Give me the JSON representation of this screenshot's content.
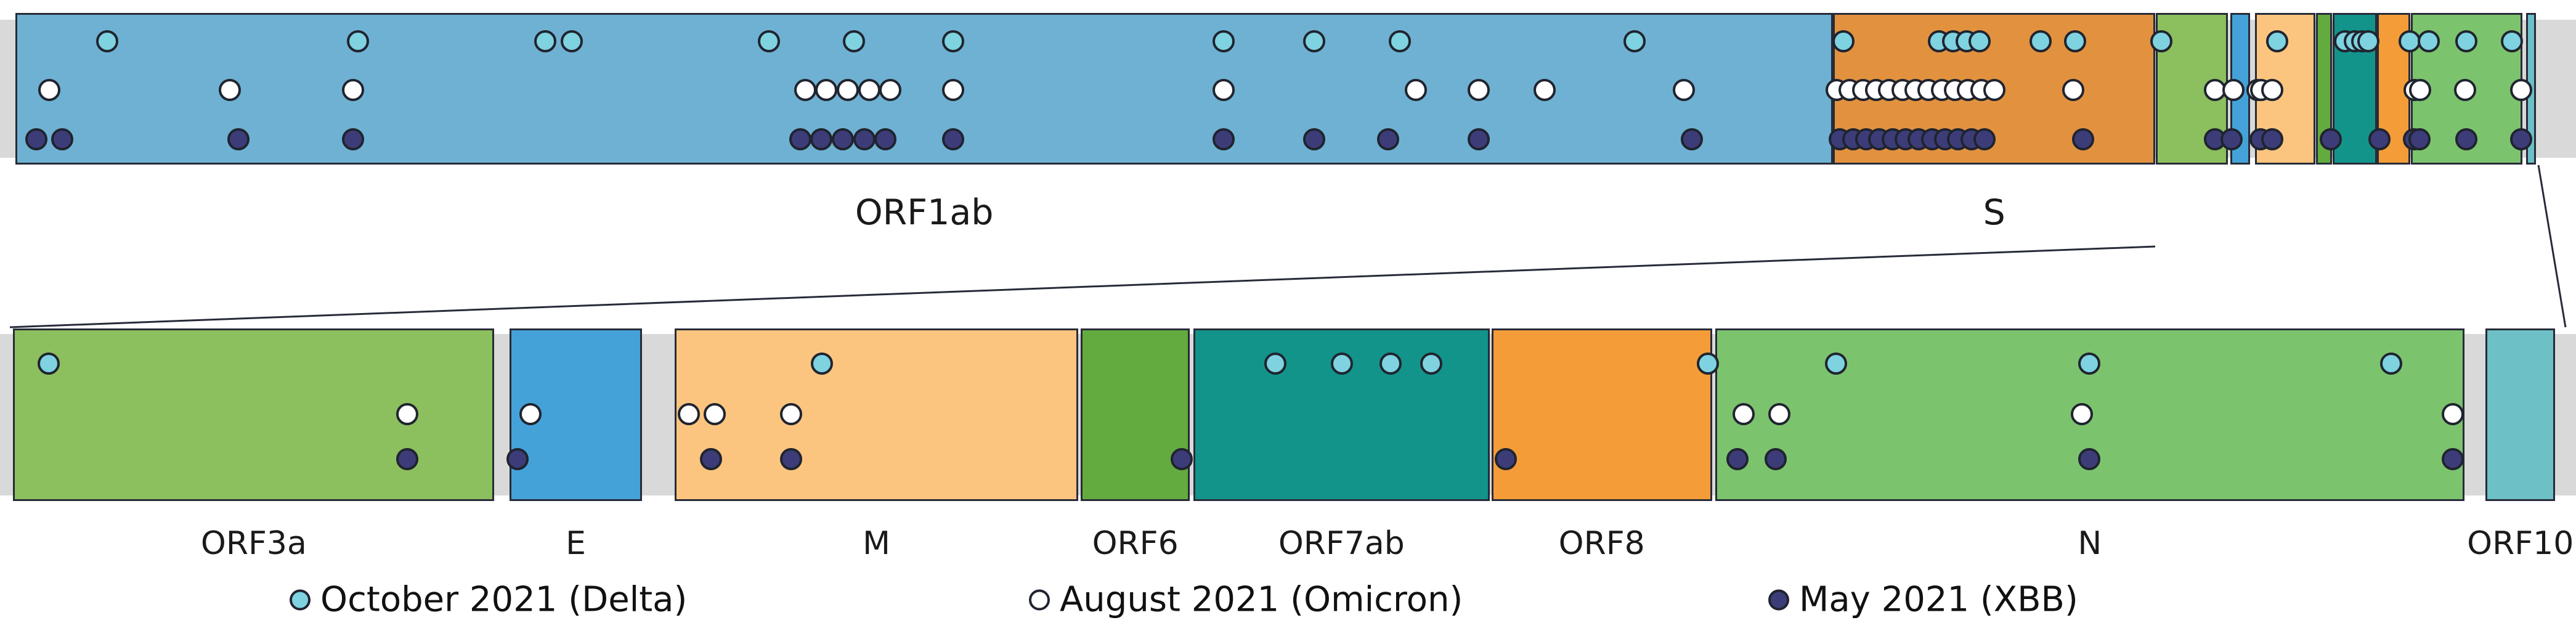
{
  "figure": {
    "background": "#ffffff",
    "outline_color": "#272b38",
    "backbone_color": "#d9d9d9"
  },
  "legend": {
    "items": [
      {
        "series": "delta",
        "label": "October 2021 (Delta)"
      },
      {
        "series": "omicron",
        "label": "August 2021 (Omicron)"
      },
      {
        "series": "xbb",
        "label": "May 2021 (XBB)"
      }
    ]
  },
  "chart_data": {
    "type": "scatter",
    "title": "",
    "description": "SARS-CoV-2 genome map with mutation positions for three variant samples; full genome track on top (ORF1ab, S, compressed 3' genes) and a zoomed track of the 3' genes below.",
    "series_colors": {
      "delta": "#7fd2e0",
      "omicron": "#ffffff",
      "xbb": "#3c3d78"
    },
    "top_track": {
      "genes": [
        {
          "name": "ORF1ab",
          "label": "ORF1ab",
          "color": "#6fb1d2",
          "x0": 0.006,
          "x1": 0.7116
        },
        {
          "name": "S",
          "label": "S",
          "color": "#e2923f",
          "x0": 0.7116,
          "x1": 0.8367
        }
      ],
      "zoom_window": {
        "x0": 0.8367,
        "x1": 0.9853
      },
      "dots": {
        "delta": [
          0.0415,
          0.139,
          0.2117,
          0.2219,
          0.2985,
          0.3316,
          0.3699,
          0.4751,
          0.5102,
          0.5434,
          0.6346,
          0.7156,
          0.7526,
          0.7583,
          0.7634,
          0.7685,
          0.7921,
          0.8055
        ],
        "omicron": [
          0.0191,
          0.0893,
          0.1371,
          0.3125,
          0.3208,
          0.3291,
          0.3374,
          0.3457,
          0.3699,
          0.4751,
          0.5497,
          0.574,
          0.5995,
          0.6537,
          0.713,
          0.7181,
          0.7232,
          0.7283,
          0.7334,
          0.7385,
          0.7436,
          0.7487,
          0.7538,
          0.7589,
          0.764,
          0.7691,
          0.7742,
          0.8049
        ],
        "xbb": [
          0.014,
          0.0242,
          0.0925,
          0.1371,
          0.3106,
          0.3189,
          0.3272,
          0.3355,
          0.3438,
          0.3699,
          0.4751,
          0.5102,
          0.5389,
          0.574,
          0.6569,
          0.7143,
          0.7194,
          0.7245,
          0.7296,
          0.7347,
          0.7398,
          0.7449,
          0.75,
          0.7551,
          0.7602,
          0.7653,
          0.7704,
          0.8087
        ]
      }
    },
    "zoom_track": {
      "genes": [
        {
          "name": "ORF3a",
          "label": "ORF3a",
          "color": "#8cbf5e",
          "x0": 0.002,
          "x1": 0.19
        },
        {
          "name": "E",
          "label": "E",
          "color": "#45a2d8",
          "x0": 0.196,
          "x1": 0.2476
        },
        {
          "name": "M",
          "label": "M",
          "color": "#fbc57f",
          "x0": 0.2605,
          "x1": 0.418
        },
        {
          "name": "ORF6",
          "label": "ORF6",
          "color": "#64ab3f",
          "x0": 0.419,
          "x1": 0.4617
        },
        {
          "name": "ORF7ab",
          "label": "ORF7ab",
          "color": "#12948b",
          "x0": 0.463,
          "x1": 0.5788
        },
        {
          "name": "ORF8",
          "label": "ORF8",
          "color": "#f49d38",
          "x0": 0.5795,
          "x1": 0.6656
        },
        {
          "name": "N",
          "label": "N",
          "color": "#7cc36e",
          "x0": 0.6669,
          "x1": 0.9595
        },
        {
          "name": "ORF10",
          "label": "ORF10",
          "color": "#6cc0c6",
          "x0": 0.9678,
          "x1": 0.995
        }
      ],
      "dots": {
        "delta": [
          0.016,
          0.318,
          0.495,
          0.521,
          0.54,
          0.556,
          0.664,
          0.714,
          0.813,
          0.931
        ],
        "omicron": [
          0.156,
          0.204,
          0.266,
          0.276,
          0.306,
          0.678,
          0.692,
          0.81,
          0.955
        ],
        "xbb": [
          0.156,
          0.199,
          0.2746,
          0.306,
          0.4585,
          0.585,
          0.6755,
          0.6905,
          0.813,
          0.955
        ]
      }
    }
  }
}
